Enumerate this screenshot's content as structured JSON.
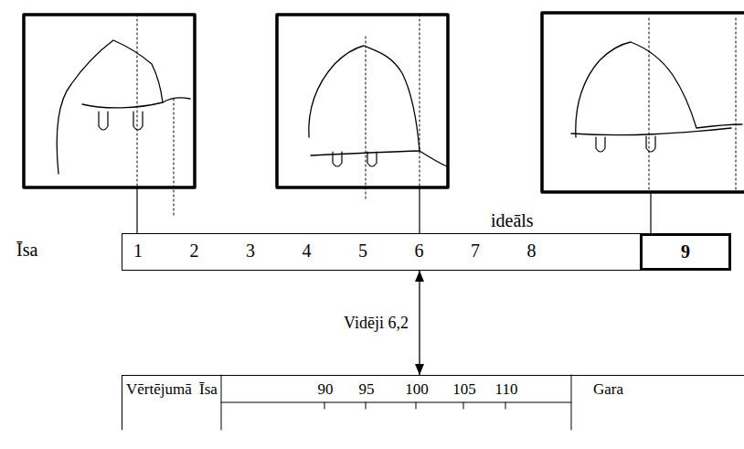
{
  "diagram": {
    "nodes": [
      {
        "text": [
          "1",
          "2",
          "3",
          "4",
          "5",
          "6",
          "7",
          "8"
        ]
      },
      {
        "text": [
          "9"
        ],
        "in": 0
      },
      {
        "text": [
          "Vērtējumā",
          "Īsa",
          "90",
          "95",
          "100",
          "105",
          "110",
          "Gara"
        ]
      }
    ],
    "edges": [
      {
        "from": 0,
        "to": 2,
        "arrow": "both",
        "label": "Vidēji 6,2"
      }
    ],
    "labels": [
      "ideāls",
      "Īsa"
    ]
  }
}
